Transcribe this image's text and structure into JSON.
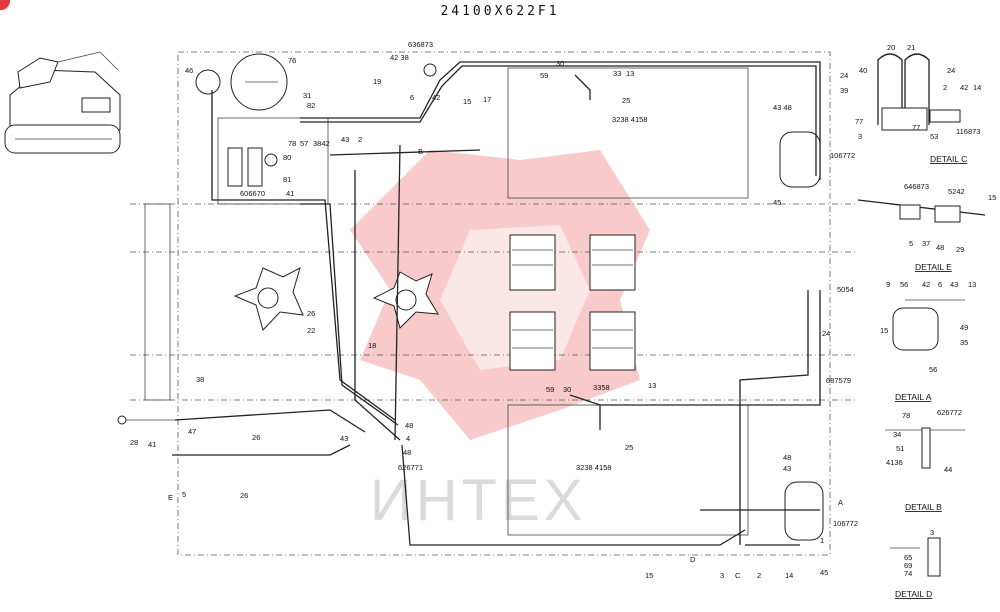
{
  "title": "24100X622F1",
  "watermark": "ИНТЕХ",
  "colors": {
    "line": "#222222",
    "watermark": "#f08a8a",
    "badge": "#e23a3a"
  },
  "details": {
    "c": "DETAIL C",
    "e": "DETAIL E",
    "a": "DETAIL A",
    "b": "DETAIL B",
    "d": "DETAIL D"
  },
  "labels": {
    "l636873": "636873",
    "l30t": "30",
    "l59t": "59",
    "l33t": "33",
    "l13t": "13",
    "l76": "76",
    "l46": "46",
    "l31": "31",
    "l82": "82",
    "l78": "78",
    "l57": "57",
    "l3842": "3842",
    "l19": "19",
    "l4238": "42 38",
    "l6": "6",
    "l42a": "42",
    "l15a": "15",
    "l17": "17",
    "l80": "80",
    "l606670": "606670",
    "l41": "41",
    "l81": "81",
    "l43a": "43",
    "l2a": "2",
    "lB": "B",
    "l3238t": "3238 4158",
    "l25a": "25",
    "l4348": "43 48",
    "l106772a": "106772",
    "l45a": "45",
    "l26a": "26",
    "l22": "22",
    "l18": "18",
    "l5054": "5054",
    "l24a": "24",
    "l687579": "687579",
    "l59b": "59",
    "l30b": "30",
    "l3358": "3358",
    "l13b": "13",
    "l3238b": "3238 4158",
    "l25b": "25",
    "l38": "38",
    "l28": "28",
    "l41b": "41",
    "l26b": "26",
    "l47": "47",
    "l26c": "26",
    "lE": "E",
    "l5": "5",
    "l48a": "48",
    "l4a": "4",
    "l48b": "48",
    "l43b": "43",
    "l626771": "626771",
    "l48c": "48",
    "l43c": "43",
    "lA": "A",
    "l106772b": "106772",
    "l1": "1",
    "l45b": "45",
    "lD": "D",
    "l15b": "15",
    "l3a": "3",
    "lC": "C",
    "l2b": "2",
    "l14a": "14",
    "c20": "20",
    "c21": "21",
    "c40": "40",
    "c24a": "24",
    "c24b": "24",
    "c39": "39",
    "c2": "2",
    "c42": "42",
    "c14": "14",
    "c77a": "77",
    "c77b": "77",
    "c3": "3",
    "c53": "53",
    "c116873": "116873",
    "e646873": "646873",
    "e5242": "5242",
    "e15": "15",
    "e5": "5",
    "e37": "37",
    "e48": "48",
    "e29": "29",
    "a9": "9",
    "a56": "56",
    "a42": "42",
    "a6": "6",
    "a43": "43",
    "a13": "13",
    "a15": "15",
    "a49": "49",
    "a35": "35",
    "a56b": "56",
    "b78": "78",
    "b626772": "626772",
    "b34": "34",
    "b51": "51",
    "b4136": "4136",
    "b44": "44",
    "d3": "3",
    "d65": "65",
    "d69": "69",
    "d74": "74"
  }
}
